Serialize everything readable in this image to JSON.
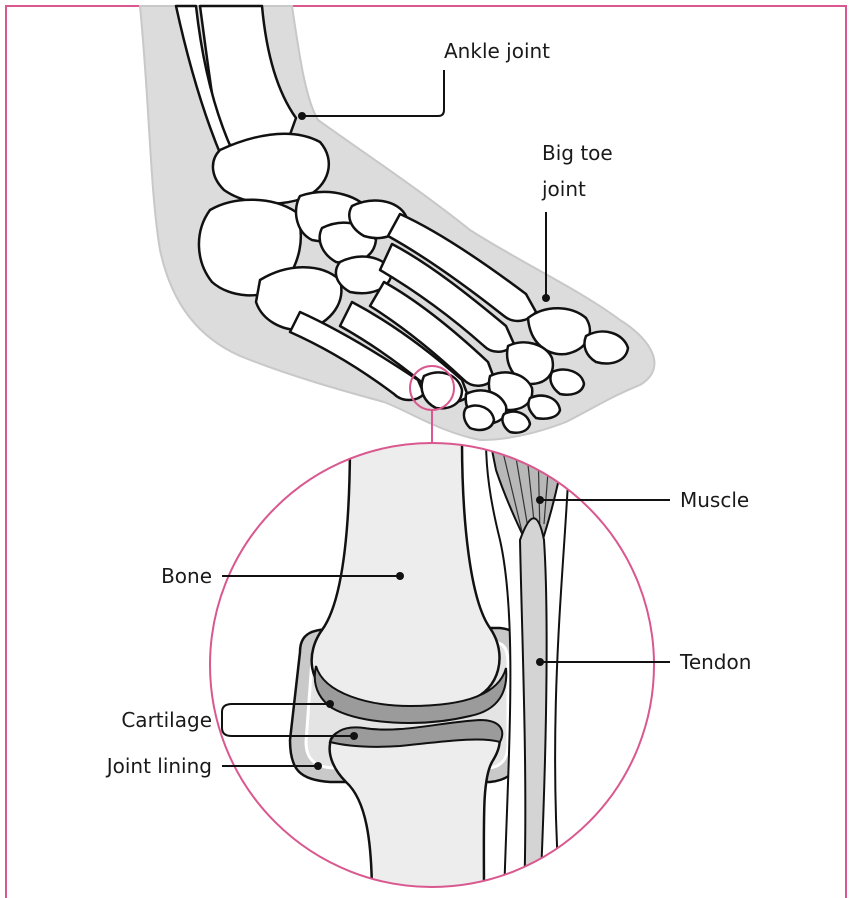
{
  "labels": {
    "ankle_joint": "Ankle joint",
    "big_toe_joint_line1": "Big toe",
    "big_toe_joint_line2": "joint",
    "muscle": "Muscle",
    "bone": "Bone",
    "tendon": "Tendon",
    "cartilage": "Cartilage",
    "joint_lining": "Joint lining"
  },
  "colors": {
    "frame": "#d9588f",
    "skin": "#dcdcdc",
    "bone_fill": "#ffffff",
    "bone_section": "#ededed",
    "cartilage": "#9b9b9b",
    "lining": "#c9c9c9",
    "outline": "#111111"
  }
}
